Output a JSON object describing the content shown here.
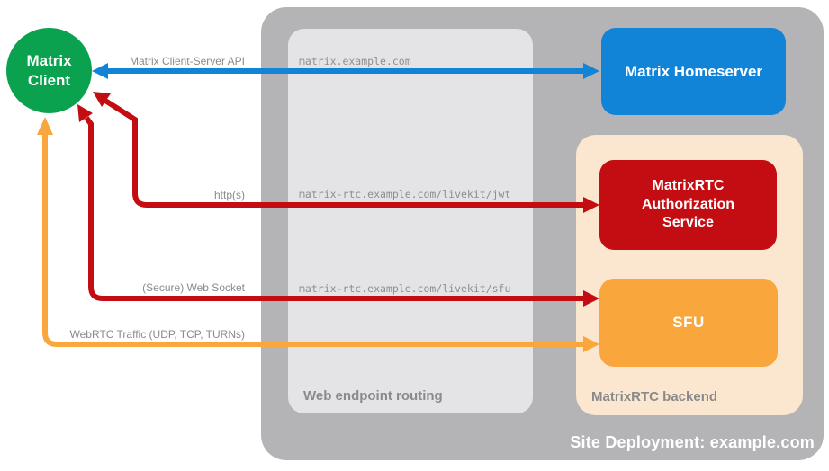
{
  "colors": {
    "client_green": "#0aa24e",
    "homeserver_blue": "#1284d8",
    "auth_red": "#c30d12",
    "sfu_orange": "#f9a63d",
    "backend_peach": "#fbe7cf",
    "site_container_gray": "#b4b4b6",
    "routing_box_gray": "#e4e4e6",
    "label_gray": "#8a8a8c"
  },
  "client": {
    "line1": "Matrix",
    "line2": "Client"
  },
  "containers": {
    "site": {
      "label": "Site Deployment: example.com"
    },
    "routing": {
      "label": "Web endpoint routing"
    },
    "backend": {
      "label": "MatrixRTC backend"
    }
  },
  "nodes": {
    "homeserver": {
      "label": "Matrix Homeserver"
    },
    "auth": {
      "label": "MatrixRTC Authorization Service"
    },
    "sfu": {
      "label": "SFU"
    }
  },
  "arrows": {
    "cs_api": {
      "label": "Matrix Client-Server API",
      "endpoint": "matrix.example.com",
      "color": "#1284d8",
      "from": "Matrix Client",
      "to": "Matrix Homeserver"
    },
    "https": {
      "label": "http(s)",
      "endpoint": "matrix-rtc.example.com/livekit/jwt",
      "color": "#c30d12",
      "from": "Matrix Client",
      "to": "MatrixRTC Authorization Service"
    },
    "websocket": {
      "label": "(Secure) Web Socket",
      "endpoint": "matrix-rtc.example.com/livekit/sfu",
      "color": "#c30d12",
      "from": "Matrix Client",
      "to": "SFU"
    },
    "webrtc": {
      "label": "WebRTC Traffic (UDP, TCP, TURNs)",
      "color": "#f9a63d",
      "from": "Matrix Client",
      "to": "SFU"
    }
  }
}
